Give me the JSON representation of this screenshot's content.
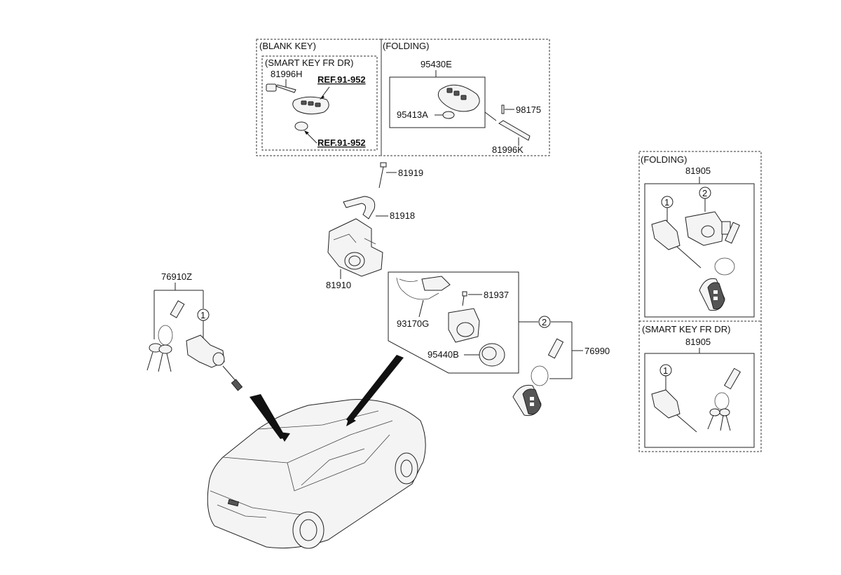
{
  "groups": {
    "blank_key": "(BLANK KEY)",
    "smart_key_fr_dr_top": "(SMART KEY FR DR)",
    "folding_top": "(FOLDING)",
    "folding_right": "(FOLDING)",
    "smart_key_fr_dr_right": "(SMART KEY FR DR)"
  },
  "parts": {
    "p81996H": "81996H",
    "ref1": "REF.91-952",
    "ref2": "REF.91-952",
    "p95430E": "95430E",
    "p95413A": "95413A",
    "p98175": "98175",
    "p81996K": "81996K",
    "p81919": "81919",
    "p81918": "81918",
    "p81910": "81910",
    "p76910Z": "76910Z",
    "p81937": "81937",
    "p93170G": "93170G",
    "p95440B": "95440B",
    "p76990": "76990",
    "p81905_a": "81905",
    "p81905_b": "81905"
  },
  "callouts": {
    "c1_left": "1",
    "c2_mid": "2",
    "c1_fold": "1",
    "c2_fold": "2",
    "c1_smart": "1"
  }
}
